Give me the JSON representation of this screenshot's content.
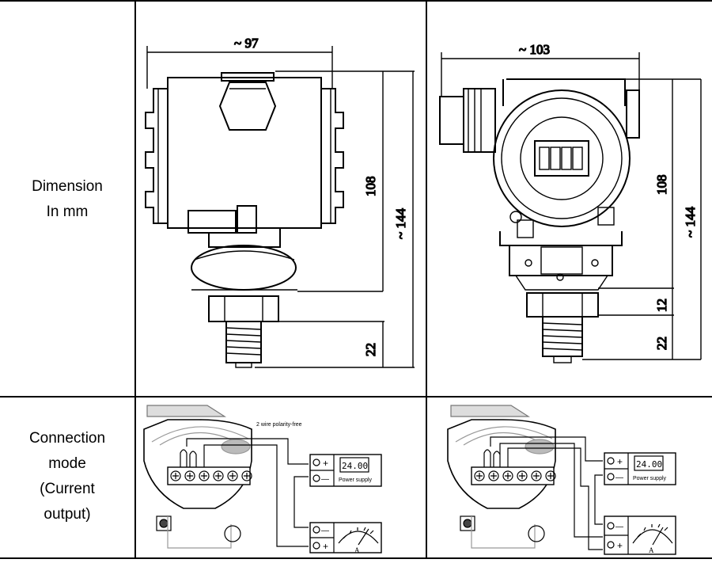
{
  "rows": {
    "dimension": {
      "label_line1": "Dimension",
      "label_line2": "In mm"
    },
    "connection": {
      "label_line1": "Connection",
      "label_line2": "mode",
      "label_line3": "(Current",
      "label_line4": "output)"
    }
  },
  "drawings": {
    "left": {
      "width": "~ 97",
      "height_body": "108",
      "height_total": "~ 144",
      "height_thread": "22"
    },
    "right": {
      "width": "~ 103",
      "height_body": "108",
      "height_total": "~ 144",
      "height_nut": "12",
      "height_thread": "22"
    }
  },
  "wiring": {
    "note": "2 wire polarity-free",
    "lcd_value": "24.00",
    "power_label": "Power supply",
    "plus": "+",
    "minus": "—",
    "meter_label": "A"
  }
}
